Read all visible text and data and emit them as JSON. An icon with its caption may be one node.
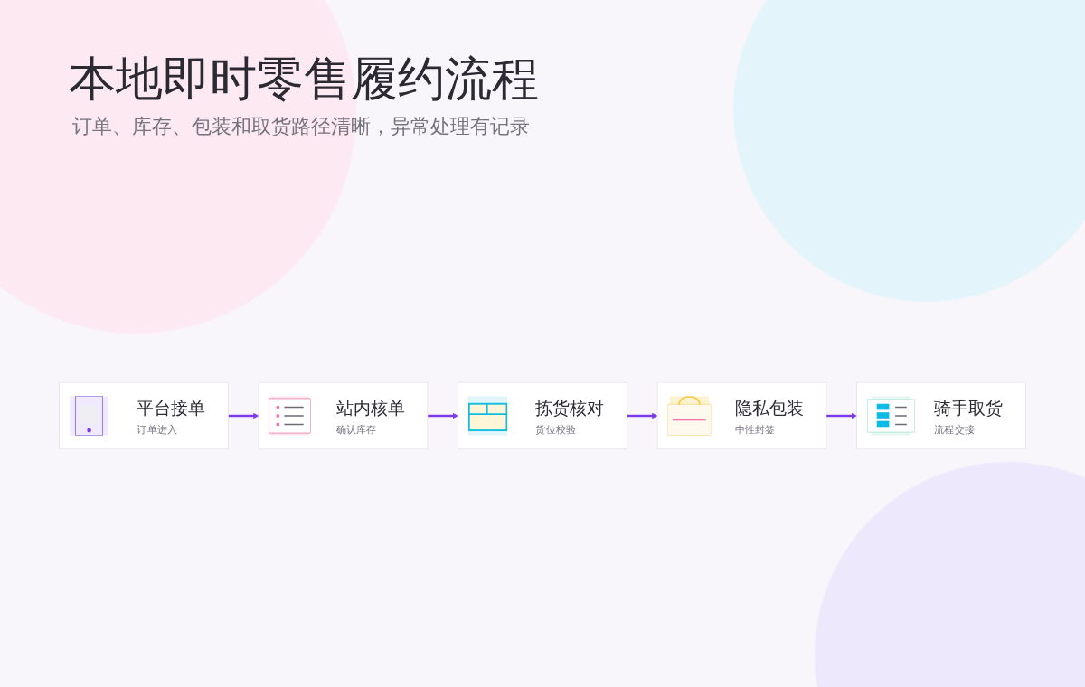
{
  "diagram": {
    "title": "本地即时零售履约流程",
    "caption": "订单、库存、包装和取货路径清晰，异常处理有记录",
    "nodes": [
      {
        "text": [
          "平台接单",
          "订单进入"
        ]
      },
      {
        "text": [
          "站内核单",
          "确认库存"
        ]
      },
      {
        "text": [
          "拣货核对",
          "货位校验"
        ]
      },
      {
        "text": [
          "隐私包装",
          "中性封签"
        ]
      },
      {
        "text": [
          "骑手取货",
          "流程交接"
        ]
      }
    ],
    "edges": [
      {
        "from": 0,
        "to": 1,
        "arrow": "to"
      },
      {
        "from": 1,
        "to": 2,
        "arrow": "to"
      },
      {
        "from": 2,
        "to": 3,
        "arrow": "to"
      },
      {
        "from": 3,
        "to": 4,
        "arrow": "to"
      }
    ]
  }
}
